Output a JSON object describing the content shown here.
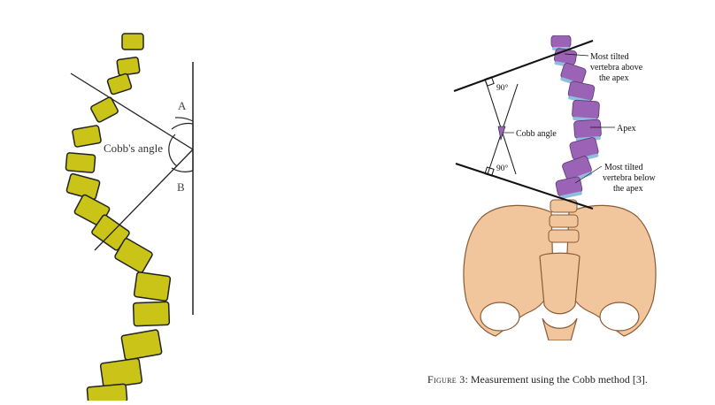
{
  "left_figure": {
    "label_a": "A",
    "label_b": "B",
    "angle_label": "Cobb's angle",
    "vertebra_color": "#c9c417",
    "outline_color": "#222222"
  },
  "right_figure": {
    "label_top_90": "90°",
    "label_bottom_90": "90°",
    "cobb_angle": "Cobb angle",
    "most_tilted_above": [
      "Most tilted",
      "vertebra above",
      "the apex"
    ],
    "apex": "Apex",
    "most_tilted_below": [
      "Most tilted",
      "vertebra below",
      "the apex"
    ],
    "spine_color": "#9b63b5",
    "disc_color": "#8fbde0",
    "bone_color": "#f2c69d"
  },
  "caption": {
    "figure_label": "Figure 3",
    "text": ": Measurement using the Cobb method [3]."
  }
}
